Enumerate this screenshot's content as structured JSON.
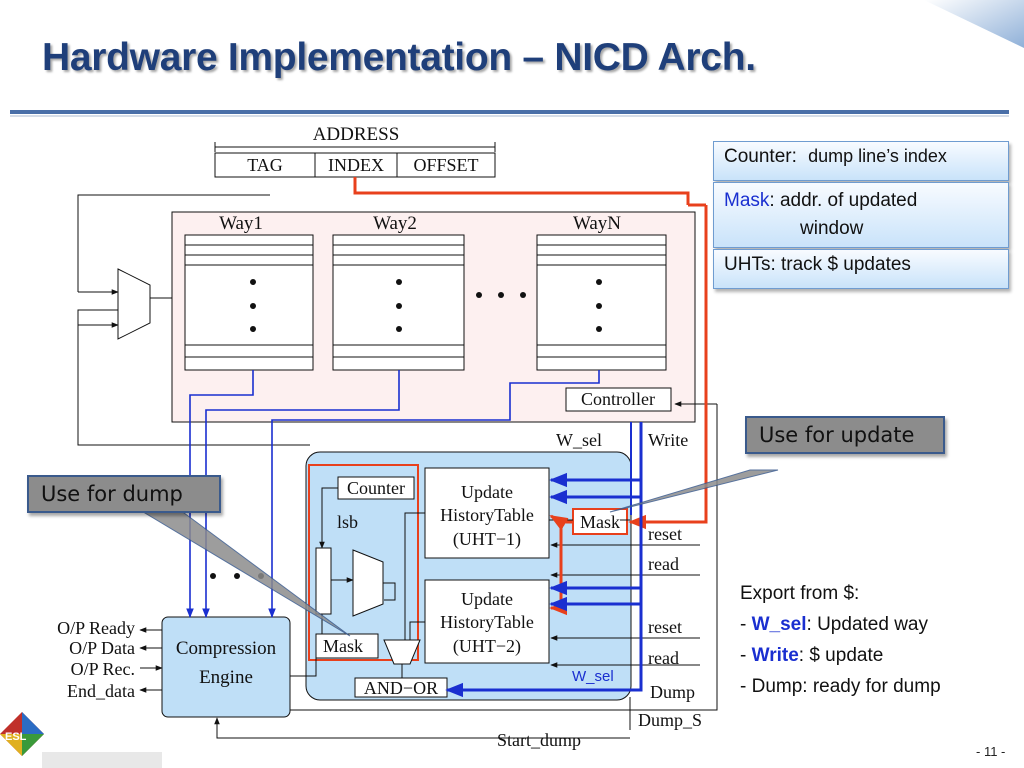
{
  "slide": {
    "title": "Hardware Implementation – NICD Arch.",
    "page_number": "- 11 -"
  },
  "diagram": {
    "address": {
      "label": "ADDRESS",
      "fields": [
        "TAG",
        "INDEX",
        "OFFSET"
      ]
    },
    "ways": [
      "Way1",
      "Way2",
      "WayN"
    ],
    "controller": "Controller",
    "counter": "Counter",
    "lsb": "lsb",
    "mask": "Mask",
    "uht1": [
      "Update",
      "HistoryTable",
      "(UHT−1)"
    ],
    "uht2": [
      "Update",
      "HistoryTable",
      "(UHT−2)"
    ],
    "and_or": "AND−OR",
    "engine": [
      "Compression",
      "Engine"
    ],
    "signals": {
      "w_sel": "W_sel",
      "write": "Write",
      "reset": "reset",
      "read": "read",
      "dump": "Dump",
      "dump_s": "Dump_S",
      "start_dump": "Start_dump",
      "w_sel_blue": "W_sel"
    },
    "outputs": [
      "O/P Ready",
      "O/P Data",
      "O/P Rec.",
      "End_data"
    ]
  },
  "info_boxes": {
    "counter": {
      "key": "Counter:",
      "text": "dump line’s index"
    },
    "mask": {
      "key": "Mask",
      "text": ":  addr. of updated",
      "line2": "window"
    },
    "uhts": {
      "text": "UHTs: track $ updates"
    }
  },
  "callouts": {
    "update": "Use for update",
    "dump": "Use for dump"
  },
  "export": {
    "heading": "Export from $:",
    "line1_key": "W_sel",
    "line1_text": ": Updated way",
    "line2_key": "Write",
    "line2_text": ": $ update",
    "line3": "- Dump: ready for dump",
    "dash": "- "
  },
  "logo": {
    "text": "ESL"
  },
  "colors": {
    "title": "#1f3f7a",
    "red_path": "#e8401c",
    "blue_path": "#1a2fd0",
    "way_region": "#fdf0f0",
    "uht_region": "#bfdff7",
    "highlight": "#1a2fd0"
  }
}
